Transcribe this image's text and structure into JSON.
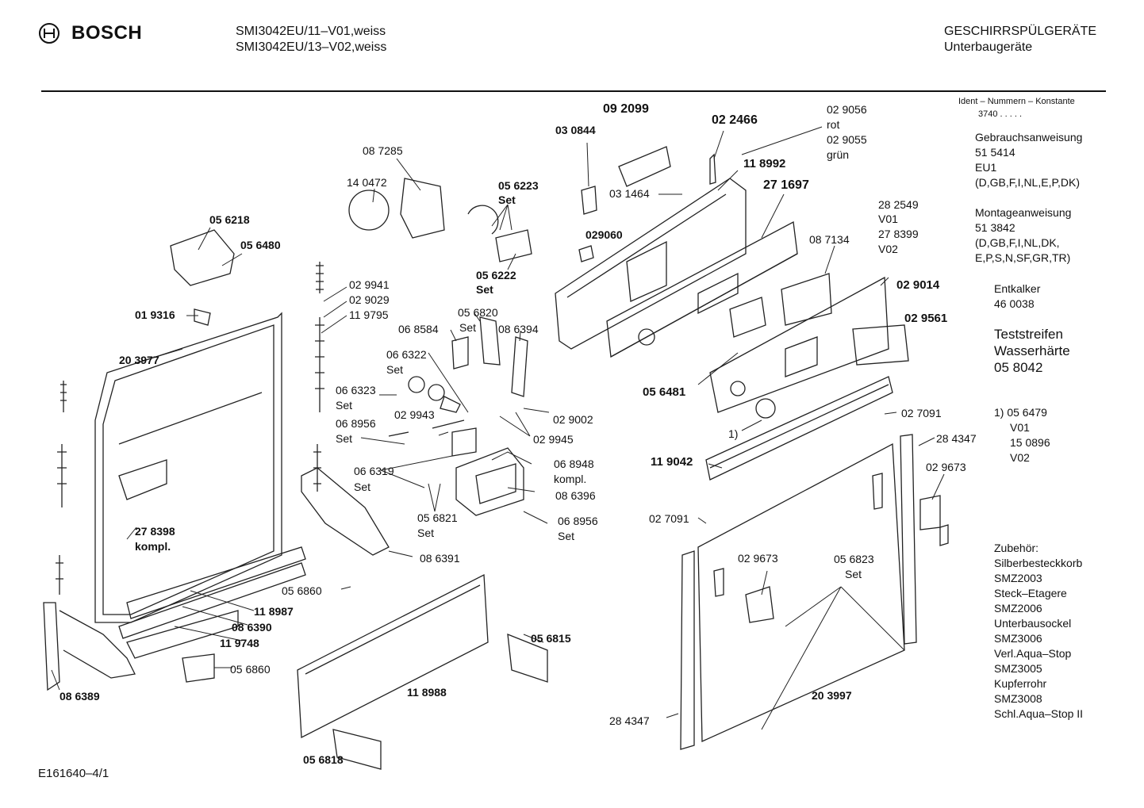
{
  "header": {
    "brand": "BOSCH",
    "models": [
      "SMI3042EU/11–V01,weiss",
      "SMI3042EU/13–V02,weiss"
    ],
    "category": [
      "GESCHIRRSPÜLGERÄTE",
      "Unterbaugeräte"
    ]
  },
  "sidebar": {
    "ident_label": "Ident – Nummern – Konstante",
    "ident_value": "3740  .  .  .  .  .",
    "gebrauchsanweisung": [
      "Gebrauchsanweisung",
      "51 5414",
      "EU1",
      "(D,GB,F,I,NL,E,P,DK)"
    ],
    "montageanweisung": [
      "Montageanweisung",
      "51 3842",
      "(D,GB,F,I,NL,DK,",
      "E,P,S,N,SF,GR,TR)"
    ],
    "entkalker": [
      "Entkalker",
      "46 0038"
    ],
    "teststreifen": [
      "Teststreifen",
      "Wasserhärte",
      "05 8042"
    ],
    "note": [
      "1)  05 6479",
      "V01",
      "15 0896",
      "V02"
    ],
    "zubehoer": [
      "Zubehör:",
      "Silberbesteckkorb",
      "SMZ2003",
      "Steck–Etagere",
      "SMZ2006",
      "Unterbausockel",
      "SMZ3006",
      "Verl.Aqua–Stop",
      "SMZ3005",
      "Kupferrohr",
      "SMZ3008",
      "Schl.Aqua–Stop II"
    ]
  },
  "parts": {
    "p1": "09 2099",
    "p2": "03 0844",
    "p3": "02 2466",
    "p4": "02 9056",
    "p5": "rot",
    "p6": "02 9055",
    "p7": "grün",
    "p8": "08 7285",
    "p9": "14 0472",
    "p10": "05 6223",
    "p11": "Set",
    "p12": "11 8992",
    "p13": "27 1697",
    "p14": "03 1464",
    "p15": "029060",
    "p16": "05 6218",
    "p17": "05 6480",
    "p18": "05 6222",
    "p19": "Set",
    "p20": "28 2549",
    "p21": "V01",
    "p22": "27 8399",
    "p23": "V02",
    "p24": "08 7134",
    "p25": "02 9014",
    "p26": "02 9561",
    "p27": "02 9941",
    "p28": "02 9029",
    "p29": "11 9795",
    "p30": "01 9316",
    "p31": "20 3977",
    "p32": "05 6820",
    "p33": "Set",
    "p34": "06 8584",
    "p35": "08 6394",
    "p36": "06 6322",
    "p37": "Set",
    "p38": "06 6323",
    "p39": "Set",
    "p40": "06 8956",
    "p41": "Set",
    "p42": "02 9943",
    "p43": "02 9002",
    "p44": "02 9945",
    "p45": "05 6481",
    "p46": "1)",
    "p47": "02 7091",
    "p48": "28 4347",
    "p49": "02 9673",
    "p50": "11 9042",
    "p51": "06 6319",
    "p52": "Set",
    "p53": "06 8948",
    "p54": "kompl.",
    "p55": "08 6396",
    "p56": "05 6821",
    "p57": "Set",
    "p58": "06 8956",
    "p59": "Set",
    "p60": "02 7091",
    "p61": "27 8398",
    "p62": "kompl.",
    "p63": "08 6391",
    "p64": "02 9673",
    "p65": "05 6823",
    "p66": "Set",
    "p67": "05 6860",
    "p68": "11 8987",
    "p69": "08 6390",
    "p70": "11 9748",
    "p71": "05 6815",
    "p72": "05 6860",
    "p73": "08 6389",
    "p74": "11 8988",
    "p75": "20 3997",
    "p76": "28 4347",
    "p77": "05 6818"
  },
  "footer": "E161640–4/1"
}
